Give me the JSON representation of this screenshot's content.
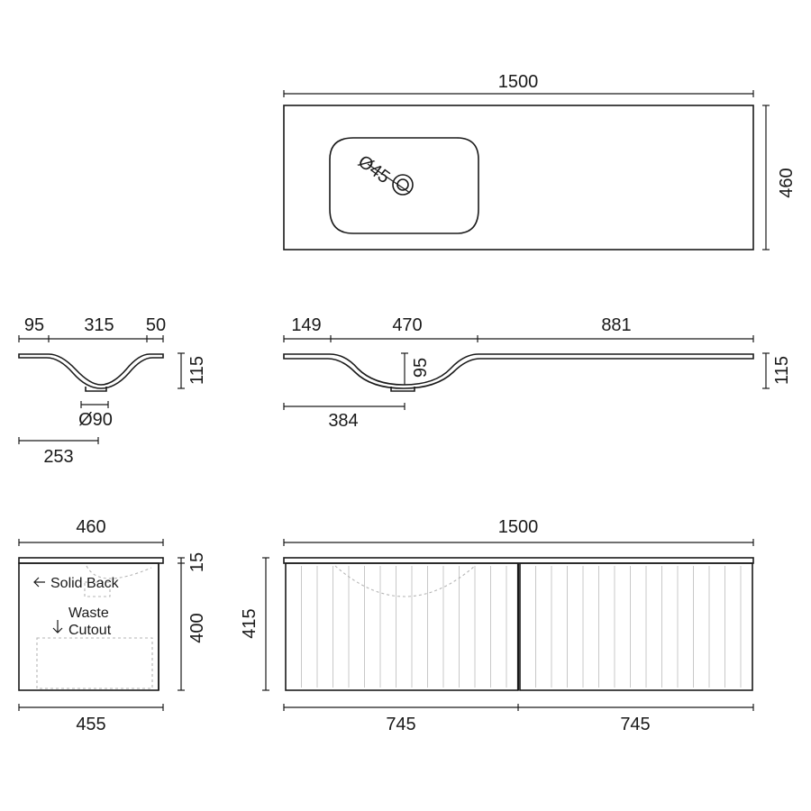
{
  "plan_view": {
    "overall_width": "1500",
    "overall_depth": "460",
    "tap_hole": "Ø45"
  },
  "basin_section": {
    "segment_left": "95",
    "segment_bowl": "315",
    "segment_right": "50",
    "height": "115",
    "waste_diameter": "Ø90",
    "waste_offset": "253"
  },
  "top_side_section": {
    "segment_left": "149",
    "segment_bowl": "470",
    "segment_right": "881",
    "height": "115",
    "bowl_depth": "95",
    "waste_offset": "384"
  },
  "cabinet_side": {
    "top_depth": "460",
    "top_thickness": "15",
    "body_height": "400",
    "body_depth": "455",
    "note_solid_back": "Solid Back",
    "note_waste": "Waste",
    "note_cutout": "Cutout"
  },
  "cabinet_front": {
    "overall_width": "1500",
    "overall_height": "415",
    "door_left": "745",
    "door_right": "745"
  }
}
